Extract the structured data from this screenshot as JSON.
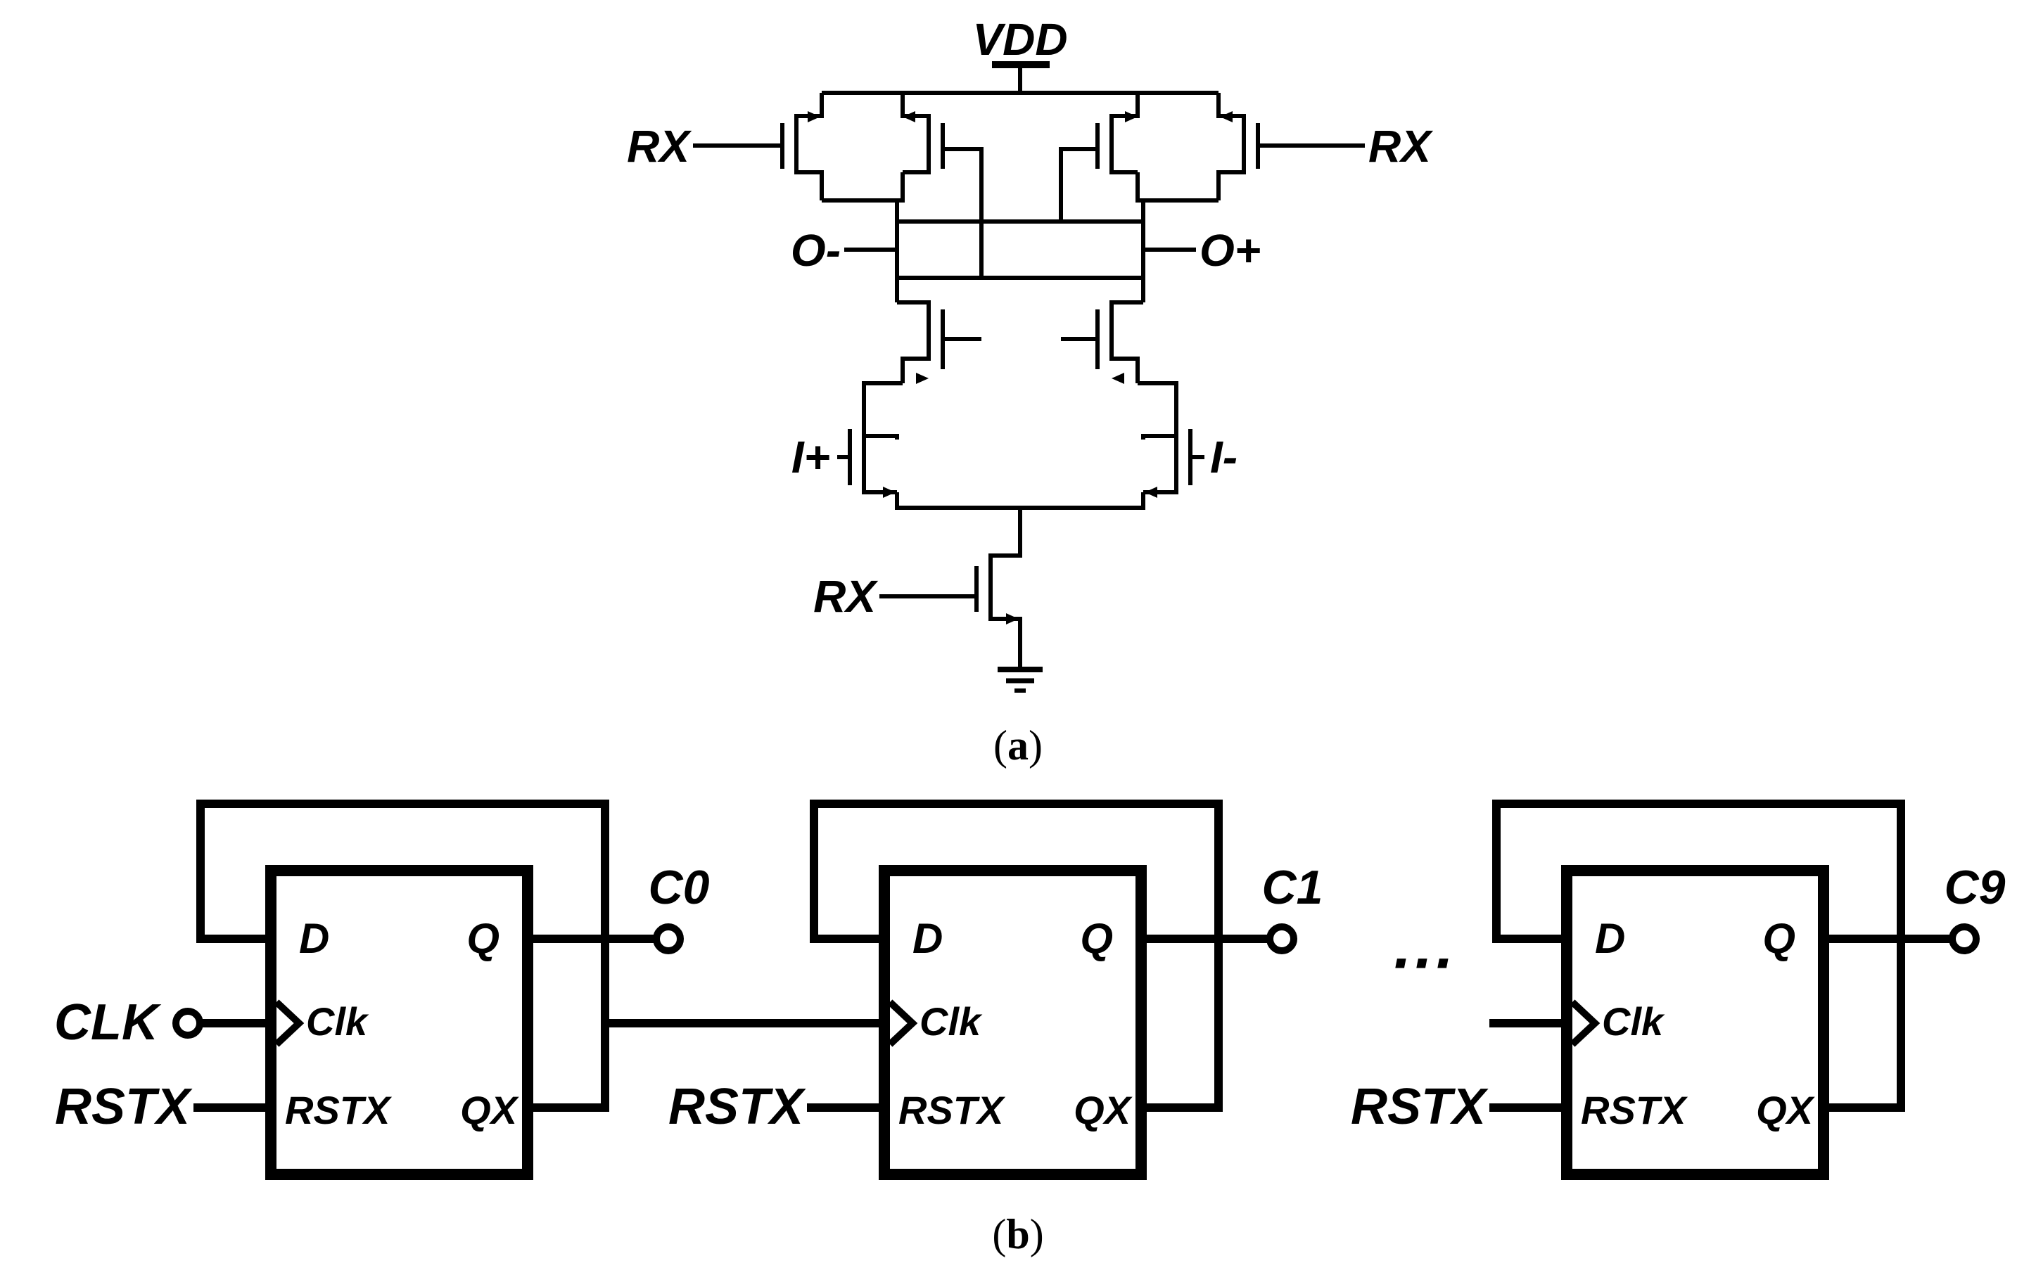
{
  "circuit": {
    "supply_label": "VDD",
    "rx_label_left": "RX",
    "rx_label_right": "RX",
    "rx_label_tail": "RX",
    "out_minus_label": "O-",
    "out_plus_label": "O+",
    "in_plus_label": "I+",
    "in_minus_label": "I-"
  },
  "caption_a": {
    "open": "(",
    "letter": "a",
    "close": ")"
  },
  "counter": {
    "clock_input_label": "CLK",
    "ellipsis": "···",
    "stages": [
      {
        "output_label": "C0",
        "d_label": "D",
        "q_label": "Q",
        "clk_label": "Clk",
        "rst_label": "RSTX",
        "qx_label": "QX",
        "reset_input_label": "RSTX"
      },
      {
        "output_label": "C1",
        "d_label": "D",
        "q_label": "Q",
        "clk_label": "Clk",
        "rst_label": "RSTX",
        "qx_label": "QX",
        "reset_input_label": "RSTX"
      },
      {
        "output_label": "C9",
        "d_label": "D",
        "q_label": "Q",
        "clk_label": "Clk",
        "rst_label": "RSTX",
        "qx_label": "QX",
        "reset_input_label": "RSTX"
      }
    ]
  },
  "caption_b": {
    "open": "(",
    "letter": "b",
    "close": ")"
  }
}
